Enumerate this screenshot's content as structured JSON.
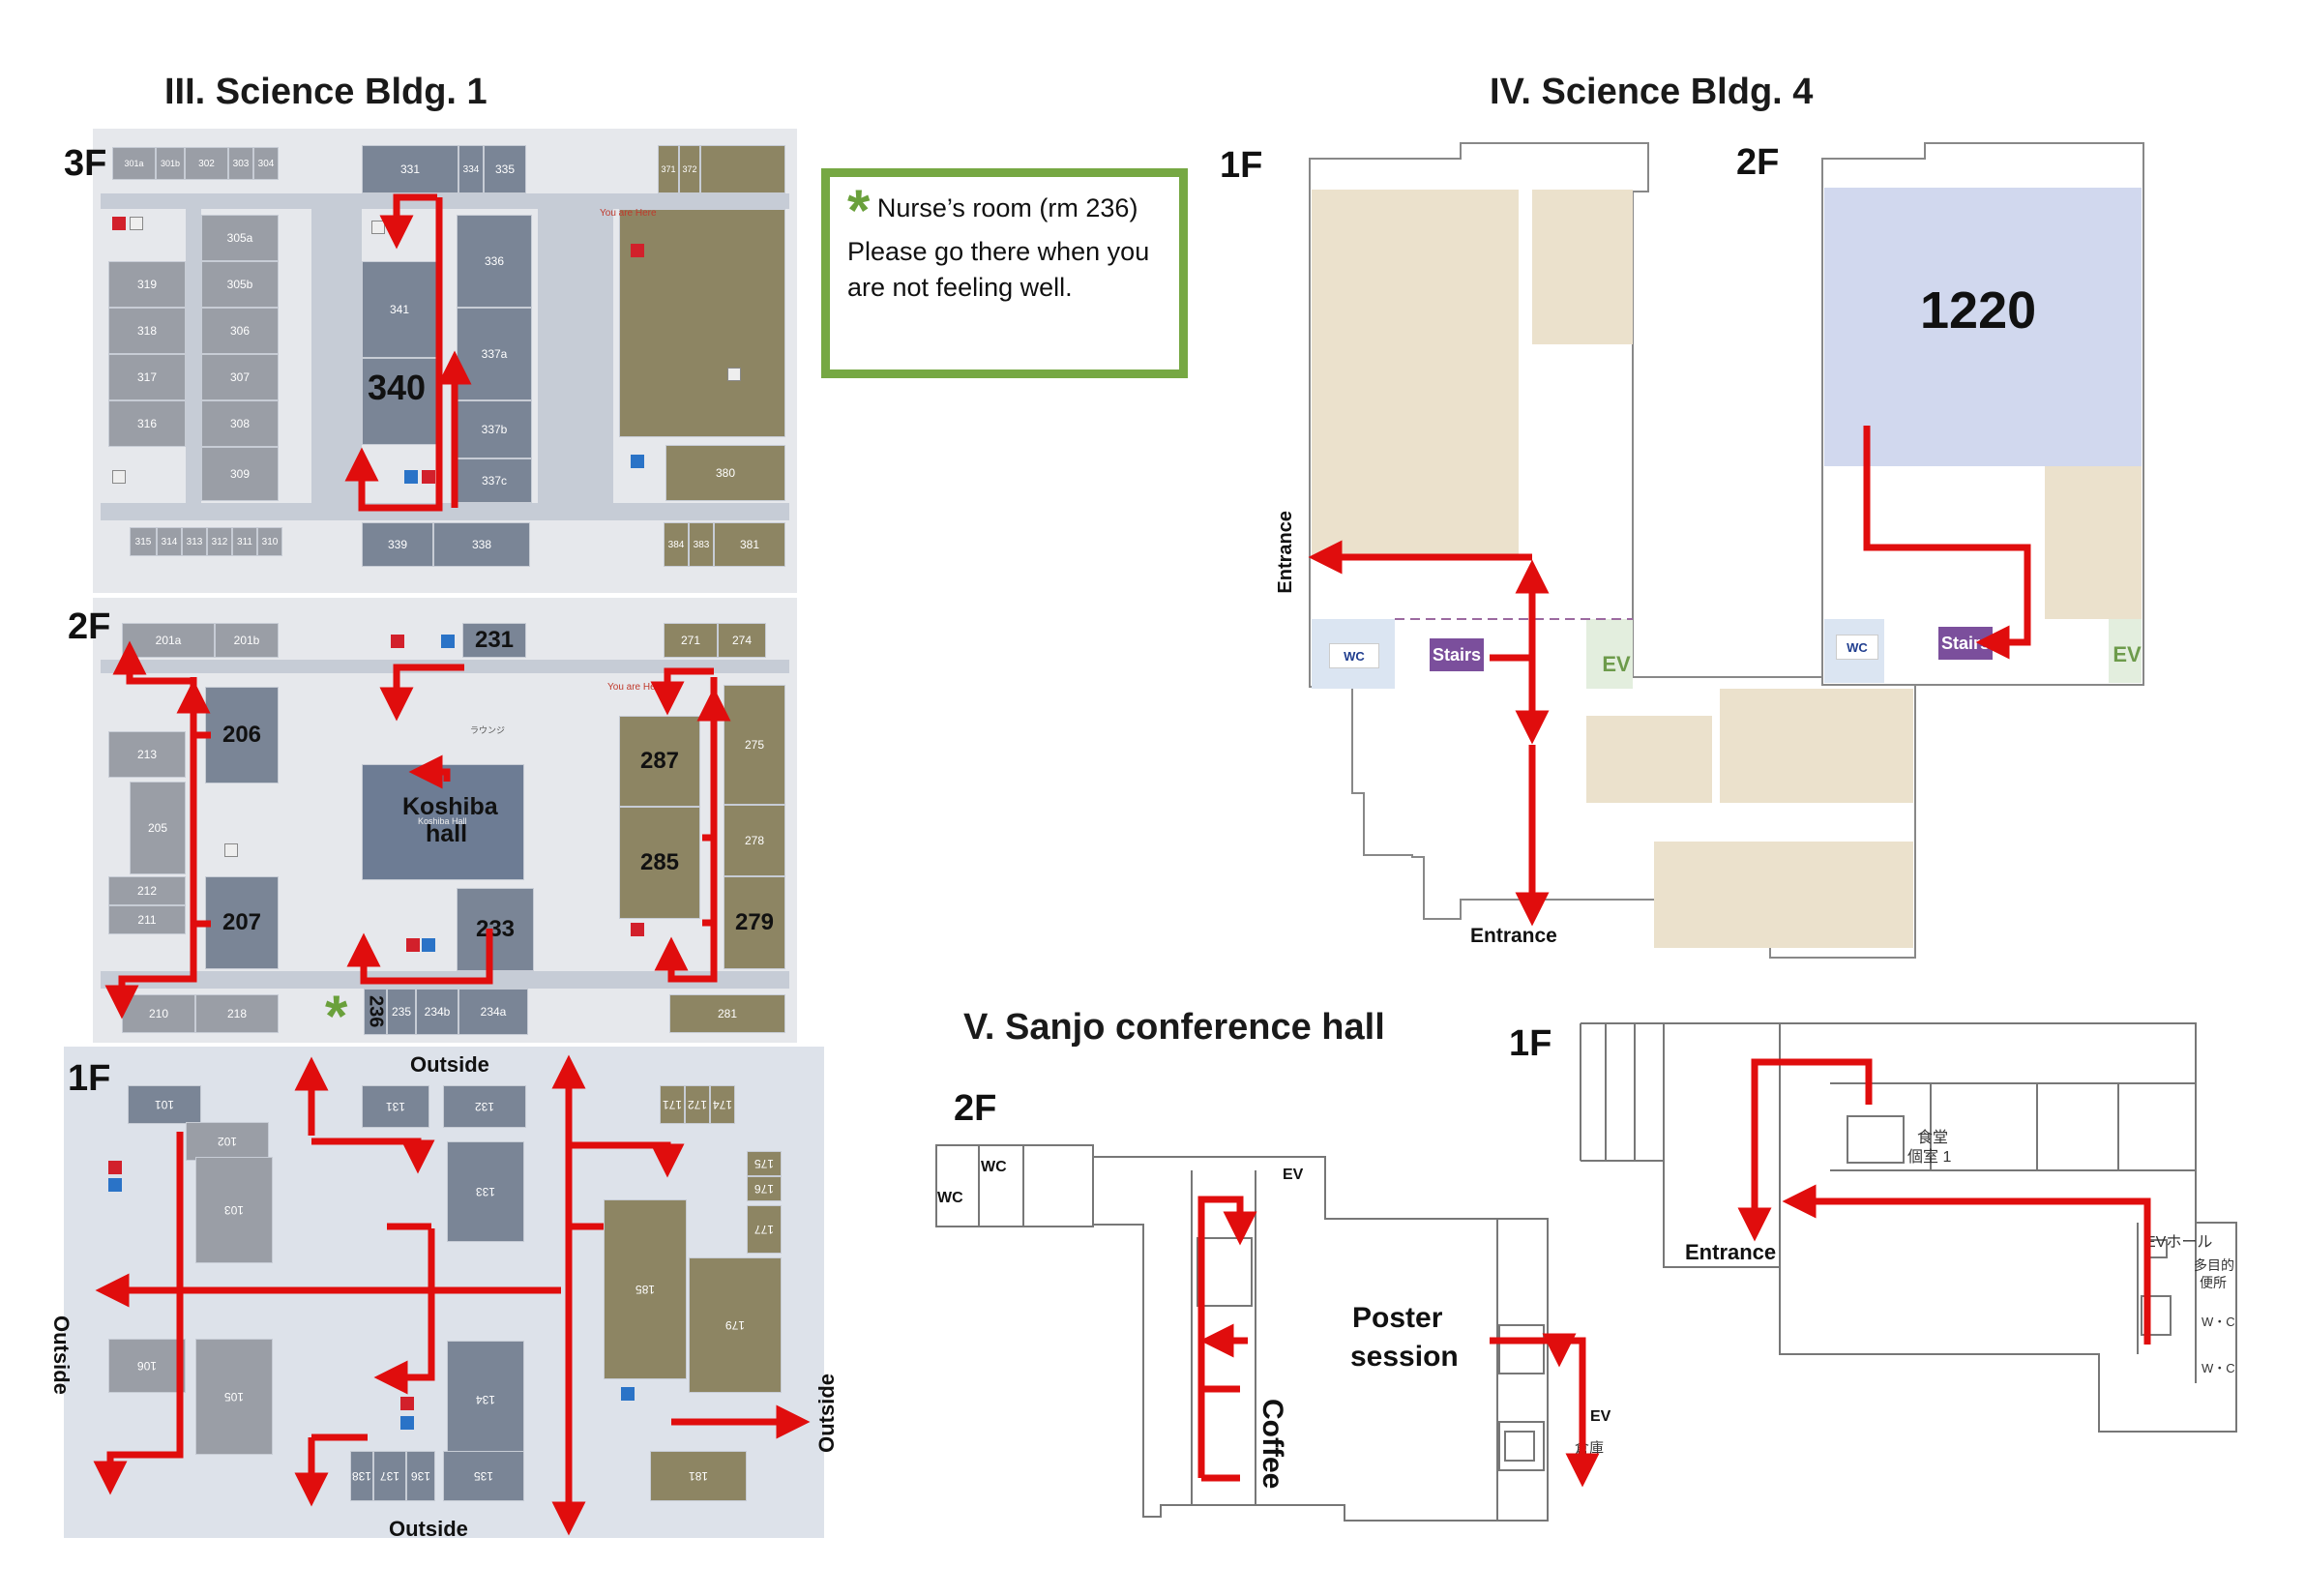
{
  "colors": {
    "route": "#e00d0d",
    "room": "#7a8596",
    "gold": "#8d8563",
    "nurse_border": "#76a843",
    "beige": "#ebe1cc",
    "hall_blue": "#d1d8ee"
  },
  "sections": {
    "science1": {
      "title": "III. Science Bldg. 1"
    },
    "science4": {
      "title": "IV. Science Bldg. 4"
    },
    "sanjo": {
      "title": "V. Sanjo conference hall"
    }
  },
  "nurse_box": {
    "marker": "*",
    "line1": "Nurse’s room (rm 236)",
    "line2": "Please go there when you are not feeling well."
  },
  "s1_3f": {
    "floor": "3F",
    "rooms_top": [
      "301a",
      "301b",
      "302",
      "303",
      "304"
    ],
    "rooms_mid_top": [
      "331",
      "334",
      "335"
    ],
    "rooms_right_top": [
      "371",
      "372"
    ],
    "rooms_left": [
      "319",
      "318",
      "317",
      "316"
    ],
    "rooms_center_left": [
      "305a",
      "305b",
      "306",
      "307",
      "308",
      "309"
    ],
    "rooms_center": [
      "341",
      "336",
      "337a",
      "337b",
      "337c"
    ],
    "room_bottom_left": [
      "315",
      "314",
      "313",
      "312",
      "311",
      "310"
    ],
    "room_bottom": [
      "339",
      "338"
    ],
    "room_right_bottom": [
      "384",
      "383",
      "381"
    ],
    "room_380": "380",
    "big_room": "340",
    "you_are_here": "You are Here"
  },
  "s1_2f": {
    "floor": "2F",
    "rooms": {
      "r201a": "201a",
      "r201b": "201b",
      "r231": "231",
      "r271": "271",
      "r274": "274",
      "r213": "213",
      "r206": "206",
      "r205": "205",
      "r212": "212",
      "r211": "211",
      "r207": "207",
      "r210": "210",
      "r218": "218",
      "r236": "236",
      "r235": "235",
      "r234b": "234b",
      "r234a": "234a",
      "r233": "233",
      "r287": "287",
      "r285": "285",
      "r279": "279",
      "r275": "275",
      "r278": "278",
      "r281": "281"
    },
    "hall_line1": "Koshiba",
    "hall_line2": "hall",
    "hall_small": "Koshiba Hall",
    "lounge": "ラウンジ",
    "you_are_here": "You are Here",
    "star": "*"
  },
  "s1_1f": {
    "floor": "1F",
    "outside_top": "Outside",
    "outside_left": "Outside",
    "outside_right": "Outside",
    "outside_bottom": "Outside",
    "rooms": {
      "r101": "101",
      "r102": "102",
      "r103": "103",
      "r131": "131",
      "r132": "132",
      "r133": "133",
      "r171": "171",
      "r172": "172",
      "r174": "174",
      "r175": "175",
      "r176": "176",
      "r177": "177",
      "r185": "185",
      "r179": "179",
      "r106": "106",
      "r105": "105",
      "r134": "134",
      "r138": "138",
      "r137": "137",
      "r136": "136",
      "r135": "135",
      "r181": "181"
    }
  },
  "s4_1f": {
    "floor": "1F",
    "entrance_left": "Entrance",
    "entrance_bottom": "Entrance",
    "wc": "WC",
    "stairs": "Stairs",
    "ev": "EV"
  },
  "s4_2f": {
    "floor": "2F",
    "room": "1220",
    "wc": "WC",
    "stairs": "Stairs",
    "ev": "EV"
  },
  "sanjo_2f": {
    "floor": "2F",
    "wc1": "WC",
    "wc2": "WC",
    "ev1": "EV",
    "ev2": "EV",
    "poster_line1": "Poster",
    "poster_line2": "session",
    "coffee": "Coffee",
    "soko": "倉庫"
  },
  "sanjo_1f": {
    "floor": "1F",
    "entrance": "Entrance",
    "cafeteria_line1": "食堂",
    "cafeteria_line2": "個室 1",
    "ev_hall": "EVホール",
    "multi_line1": "多目的",
    "multi_line2": "便所",
    "wc1": "W・C",
    "wc2": "W・C"
  }
}
